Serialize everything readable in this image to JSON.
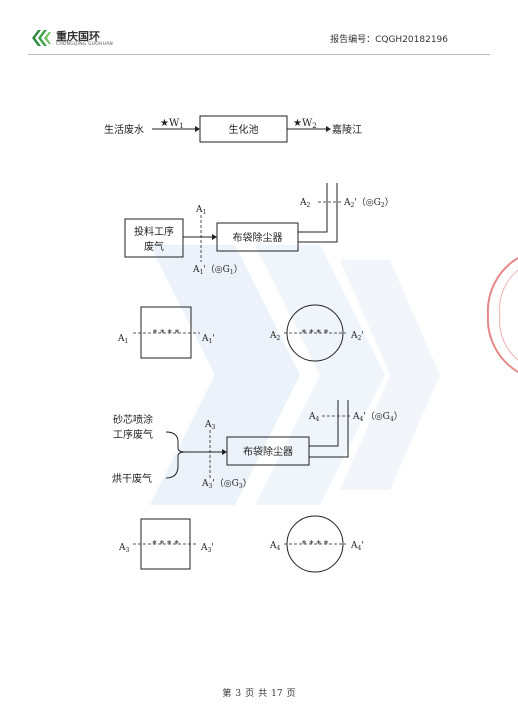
{
  "header": {
    "company_name": "重庆国环",
    "company_name_en": "CHONGQING GUOHUAN",
    "report_no": "报告编号：CQGH20182196"
  },
  "diagram1": {
    "source": "生活废水",
    "point1": "★W",
    "point1_sub": "1",
    "process": "生化池",
    "point2": "★W",
    "point2_sub": "2",
    "sink": "嘉陵江"
  },
  "diagram2": {
    "source_line1": "投料工序",
    "source_line2": "废气",
    "equipment": "布袋除尘器",
    "a1_top": "A",
    "a1_top_sub": "1",
    "a1_bottom": "A",
    "a1_bottom_sub": "1",
    "a1_bottom_tail": "'（◎G",
    "a1_bottom_tail_sub": "1",
    "a2_left": "A",
    "a2_left_sub": "2",
    "a2_right": "A",
    "a2_right_sub": "2",
    "a2_right_tail": "'（◎G",
    "a2_right_tail_sub": "2"
  },
  "section1": {
    "left_a": "A",
    "left_a_sub": "1",
    "left_b": "A",
    "left_b_sub": "1",
    "right_a": "A",
    "right_a_sub": "2",
    "right_b": "A",
    "right_b_sub": "2",
    "marks": "* * * *"
  },
  "diagram3": {
    "source1_line1": "砂芯喷涂",
    "source1_line2": "工序废气",
    "source2": "烘干废气",
    "equipment": "布袋除尘器",
    "a3_top": "A",
    "a3_top_sub": "3",
    "a3_bottom": "A",
    "a3_bottom_sub": "3",
    "a3_bottom_tail": "'（◎G",
    "a3_bottom_tail_sub": "3",
    "a4_left": "A",
    "a4_left_sub": "4",
    "a4_right": "A",
    "a4_right_sub": "4",
    "a4_right_tail": "'（◎G",
    "a4_right_tail_sub": "4"
  },
  "section2": {
    "left_a": "A",
    "left_a_sub": "3",
    "left_b": "A",
    "left_b_sub": "3",
    "right_a": "A",
    "right_a_sub": "4",
    "right_b": "A",
    "right_b_sub": "4",
    "marks": "* * * *"
  },
  "footer": {
    "p1": "第",
    "page": "3",
    "p2": "页",
    "p3": "共",
    "total": "17",
    "p4": "页"
  },
  "colors": {
    "watermark": "#dde9f5",
    "logo_green": "#2e8b3c",
    "stamp_red": "#e06060"
  }
}
